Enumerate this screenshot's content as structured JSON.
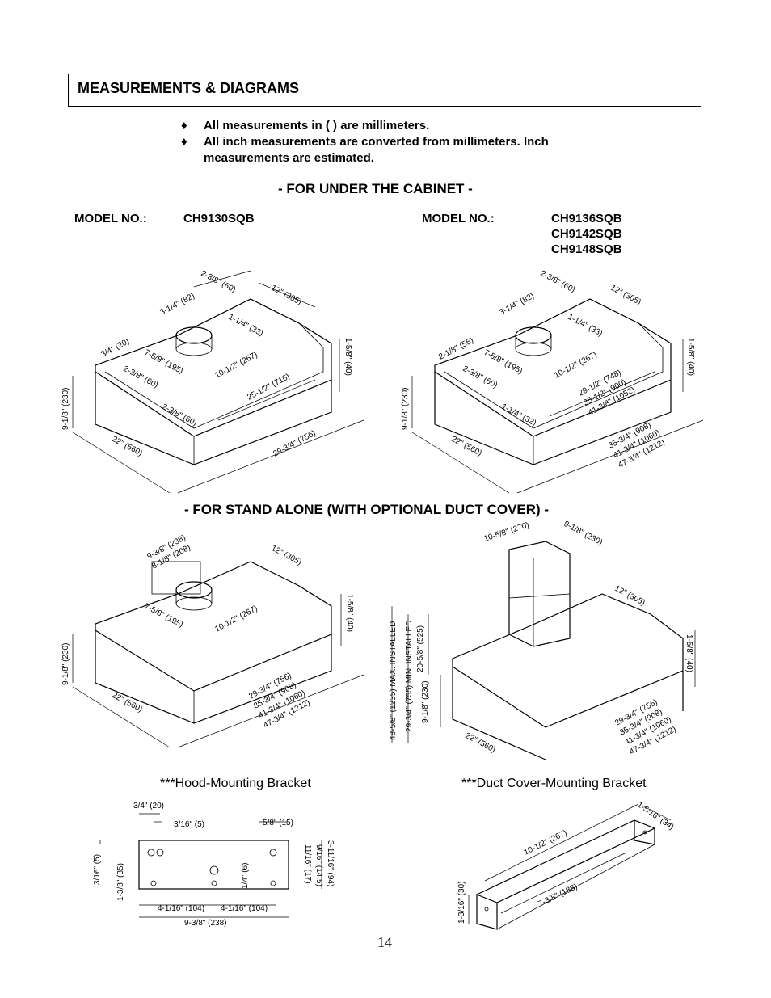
{
  "header": {
    "title": "MEASUREMENTS & DIAGRAMS"
  },
  "notes": [
    {
      "symbol": "♦",
      "text": "All measurements in ( ) are millimeters."
    },
    {
      "symbol": "♦",
      "text": "All inch measurements are converted from millimeters.  Inch measurements are estimated."
    }
  ],
  "under_cabinet": {
    "title": "- FOR UNDER THE CABINET -",
    "left_model_label": "MODEL NO.:",
    "left_models": [
      "CH9130SQB"
    ],
    "right_model_label": "MODEL NO.:",
    "right_models": [
      "CH9136SQB",
      "CH9142SQB",
      "CH9148SQB"
    ],
    "left_dims": {
      "d1": "2-3/8\" (60)",
      "d2": "12\" (305)",
      "d3": "3-1/4\" (82)",
      "d4": "1-1/4\" (33)",
      "d5": "3/4\" (20)",
      "d6": "7-5/8\" (195)",
      "d7": "10-1/2\" (267)",
      "d8": "1-5/8\" (40)",
      "d9": "2-3/8\" (60)",
      "d10": "25-1/2\" (716)",
      "d11": "9-1/8\" (230)",
      "d12": "2-3/8\" (60)",
      "d13": "22\" (560)",
      "d14": "29-3/4\" (756)"
    },
    "right_dims": {
      "d1": "2-3/8\" (60)",
      "d2": "12\" (305)",
      "d3": "3-1/4\" (82)",
      "d4": "1-1/4\" (33)",
      "d5": "2-1/8\" (55)",
      "d6": "7-5/8\" (195)",
      "d7": "10-1/2\" (267)",
      "d8": "1-5/8\" (40)",
      "d9": "2-3/8\" (60)",
      "d10a": "29-1/2\" (748)",
      "d10b": "35-1/2\" (900)",
      "d10c": "41-3/8\" (1052)",
      "d11": "9-1/8\" (230)",
      "d12": "1-1/4\" (32)",
      "d13": "22\" (560)",
      "d14a": "35-3/4\" (908)",
      "d14b": "41-3/4\" (1060)",
      "d14c": "47-3/4\" (1212)"
    }
  },
  "stand_alone": {
    "title": "- FOR STAND ALONE (WITH OPTIONAL DUCT COVER) -",
    "left_dims": {
      "d1": "9-3/8\" (238)",
      "d2": "8-1/8\" (208)",
      "d3": "12\" (305)",
      "d4": "7-5/8\" (195)",
      "d5": "10-1/2\" (267)",
      "d6": "1-5/8\" (40)",
      "d7": "9-1/8\" (230)",
      "d8": "22\" (560)",
      "d9a": "29-3/4\" (756)",
      "d9b": "35-3/4\" (908)",
      "d9c": "41-3/4\" (1060)",
      "d9d": "47-3/4\" (1212)"
    },
    "right_dims": {
      "d1": "10-5/8\" (270)",
      "d2": "9-1/8\" (230)",
      "d3": "12\" (305)",
      "d4": "1-5/8\" (40)",
      "d5": "20-5/8\" (525)",
      "d6": "48-5/8\" (1235) MAX. INSTALLED",
      "d7": "29-3/4\" (755) MIN. INSTALLED",
      "d8": "9-1/8\" (230)",
      "d9": "22\" (560)",
      "d10a": "29-3/4\" (756)",
      "d10b": "35-3/4\" (908)",
      "d10c": "41-3/4\" (1060)",
      "d10d": "47-3/4\" (1212)"
    }
  },
  "brackets": {
    "hood_caption": "***Hood-Mounting Bracket",
    "duct_caption": "***Duct Cover-Mounting Bracket",
    "hood_dims": {
      "d1": "3/4\" (20)",
      "d2": "3/16\" (5)",
      "d3": "5/8\" (15)",
      "d4": "3-11/16\" (94)",
      "d5": "9/16\" (14.5)",
      "d6": "11/16\" (17)",
      "d7": "1/4\" (6)",
      "d8": "3/16\" (5)",
      "d9": "1-3/8\" (35)",
      "d10": "4-1/16\" (104)",
      "d11": "4-1/16\" (104)",
      "d12": "9-3/8\" (238)"
    },
    "duct_dims": {
      "d1": "1-5/16\" (34)",
      "d2": "10-1/2\" (267)",
      "d3": "7-3/8\" (188)",
      "d4": "1-3/16\" (30)"
    }
  },
  "page_number": "14"
}
